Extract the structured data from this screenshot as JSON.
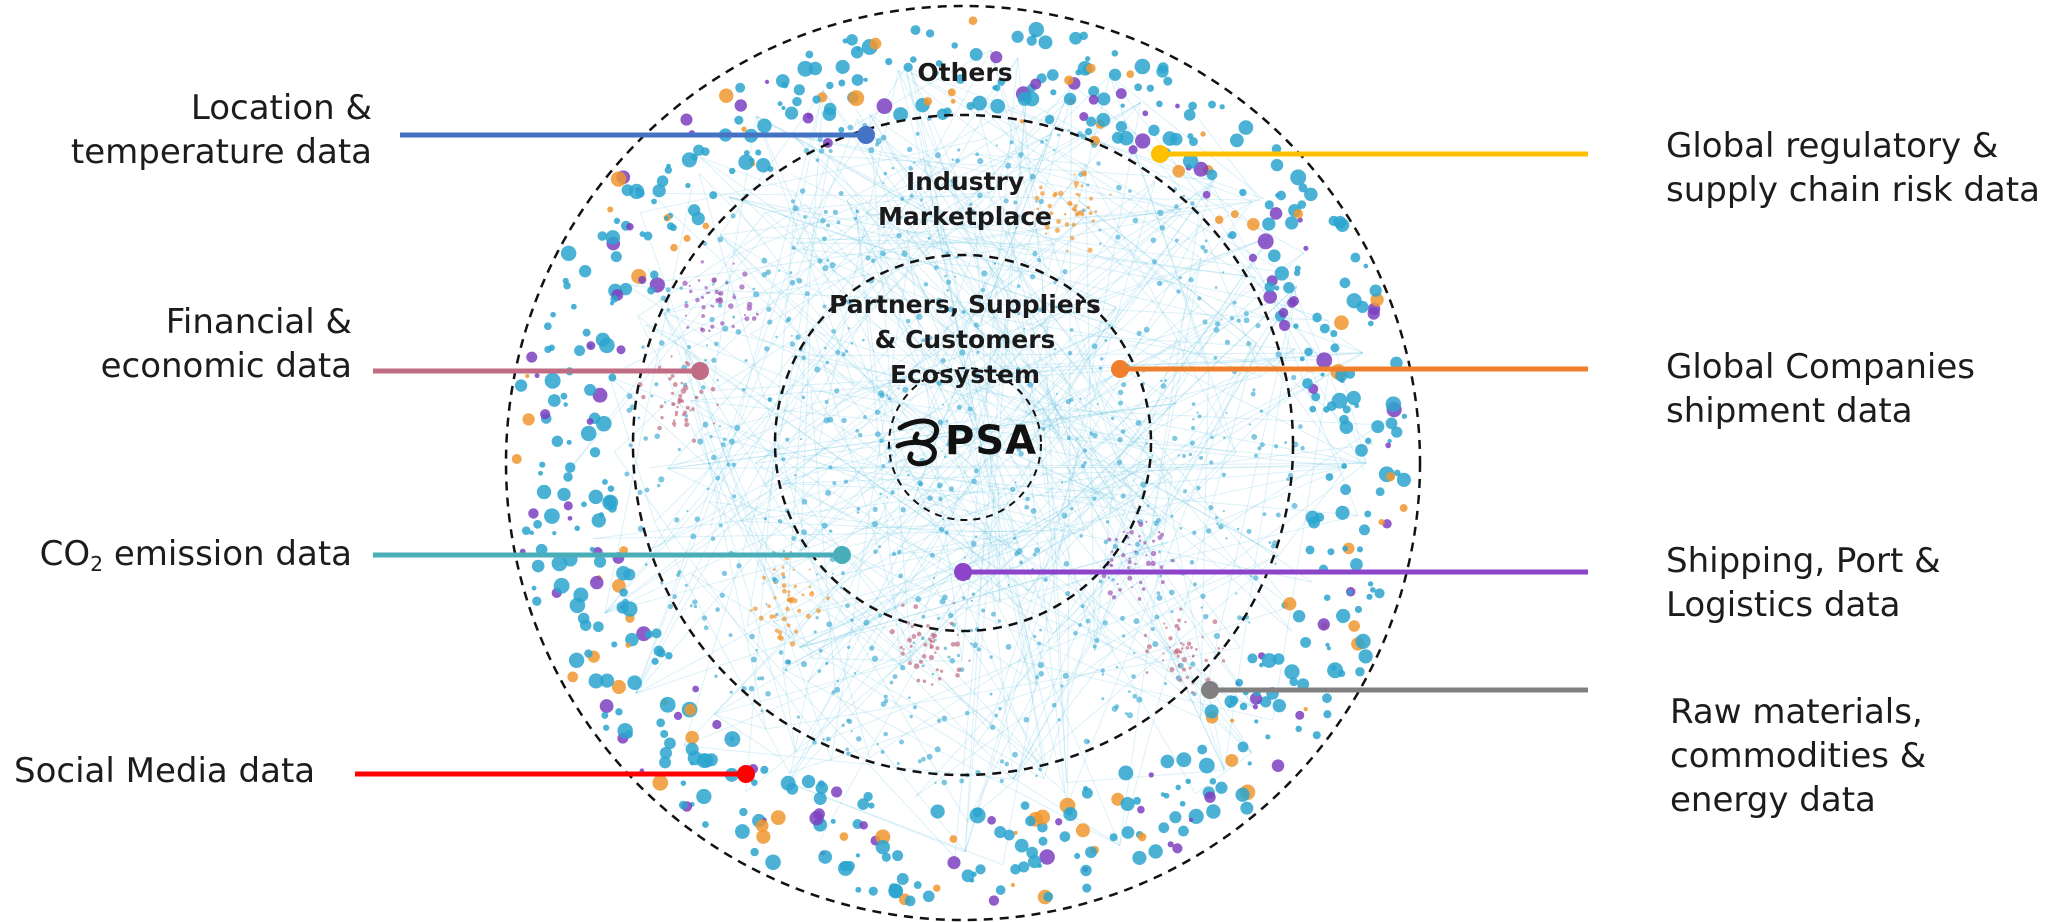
{
  "rings": {
    "outer": "Others",
    "middle": [
      "Industry",
      "Marketplace"
    ],
    "inner": [
      "Partners, Suppliers",
      "& Customers",
      "Ecosystem"
    ]
  },
  "logo": {
    "text": "PSA",
    "icon": "psa-logo-icon"
  },
  "left_labels": {
    "location": [
      "Location &",
      "temperature data"
    ],
    "financial": [
      "Financial &",
      "economic data"
    ],
    "co2": {
      "prefix": "CO",
      "sub": "2",
      "suffix": " emission data"
    },
    "social": [
      "Social Media data"
    ]
  },
  "right_labels": {
    "regulatory": [
      "Global regulatory &",
      "supply chain risk data"
    ],
    "companies": [
      "Global Companies",
      "shipment data"
    ],
    "shipping": [
      "Shipping, Port &",
      "Logistics data"
    ],
    "raw": [
      "Raw materials,",
      "commodities &",
      "energy data"
    ]
  },
  "colors": {
    "location": "#4472c4",
    "financial": "#c06c84",
    "co2": "#4aaeb8",
    "social": "#ff0000",
    "regulatory": "#ffc000",
    "companies": "#f07f2b",
    "shipping": "#8e44c9",
    "raw": "#808080",
    "network": "#5bc0de",
    "node_blue": "#2ba4cf",
    "node_purple": "#7b3fbf",
    "node_orange": "#f0962e"
  }
}
